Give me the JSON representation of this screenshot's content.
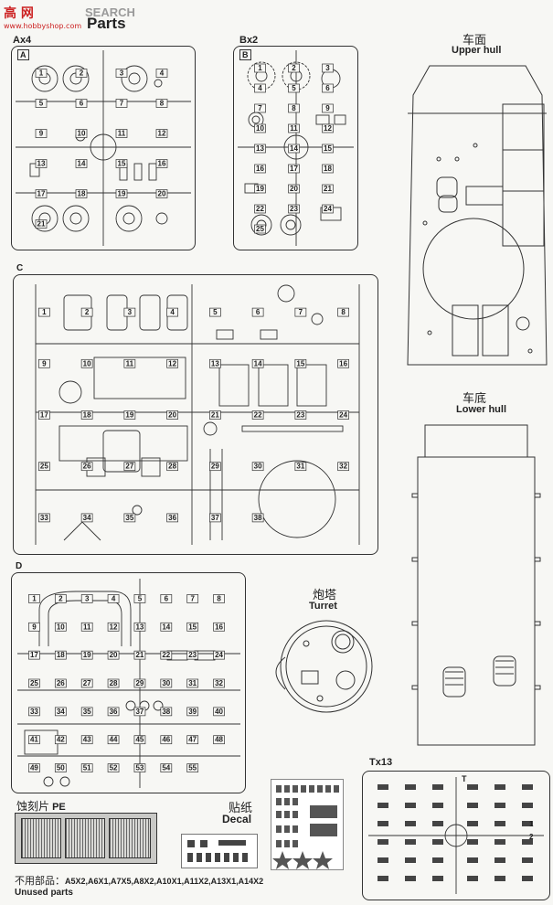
{
  "watermark": {
    "brand": "高 网",
    "url": "www.hobbyshop.com"
  },
  "header": {
    "search": "SEARCH",
    "title": "Parts"
  },
  "sprues": {
    "A": {
      "qty": "Ax4",
      "letter": "A",
      "nums": [
        "1",
        "2",
        "3",
        "4",
        "5",
        "6",
        "7",
        "8",
        "9",
        "10",
        "11",
        "12",
        "13",
        "14",
        "15",
        "16",
        "17",
        "18",
        "19",
        "20",
        "21"
      ]
    },
    "B": {
      "qty": "Bx2",
      "letter": "B",
      "nums": [
        "1",
        "2",
        "3",
        "4",
        "5",
        "6",
        "7",
        "8",
        "9",
        "10",
        "11",
        "12",
        "13",
        "14",
        "15",
        "16",
        "17",
        "18",
        "19",
        "20",
        "21",
        "22",
        "23",
        "24",
        "25"
      ]
    },
    "C": {
      "letter": "C",
      "nums": [
        "1",
        "2",
        "3",
        "4",
        "5",
        "6",
        "7",
        "8",
        "9",
        "10",
        "11",
        "12",
        "13",
        "14",
        "15",
        "16",
        "17",
        "18",
        "19",
        "20",
        "21",
        "22",
        "23",
        "24",
        "25",
        "26",
        "27",
        "28",
        "29",
        "30",
        "31",
        "32",
        "33",
        "34",
        "35",
        "36",
        "37",
        "38"
      ]
    },
    "D": {
      "letter": "D",
      "nums": [
        "1",
        "2",
        "3",
        "4",
        "5",
        "6",
        "7",
        "8",
        "9",
        "10",
        "11",
        "12",
        "13",
        "14",
        "15",
        "16",
        "17",
        "18",
        "19",
        "20",
        "21",
        "22",
        "23",
        "24",
        "25",
        "26",
        "27",
        "28",
        "29",
        "30",
        "31",
        "32",
        "33",
        "34",
        "35",
        "36",
        "37",
        "38",
        "39",
        "40",
        "41",
        "42",
        "43",
        "44",
        "45",
        "46",
        "47",
        "48",
        "49",
        "50",
        "51",
        "52",
        "53",
        "54",
        "55"
      ]
    },
    "T": {
      "qty": "Tx13",
      "letter": "T",
      "nums": [
        "1",
        "2"
      ]
    }
  },
  "hull": {
    "upper": {
      "cn": "车面",
      "en": "Upper hull"
    },
    "lower": {
      "cn": "车底",
      "en": "Lower hull"
    },
    "turret": {
      "cn": "炮塔",
      "en": "Turret"
    }
  },
  "pe": {
    "cn": "蚀刻片",
    "en": "PE"
  },
  "decal": {
    "cn": "贴纸",
    "en": "Decal"
  },
  "unused": {
    "cn": "不用部品：",
    "list": "A5X2,A6X1,A7X5,A8X2,A10X1,A11X2,A13X1,A14X2",
    "en": "Unused parts"
  }
}
